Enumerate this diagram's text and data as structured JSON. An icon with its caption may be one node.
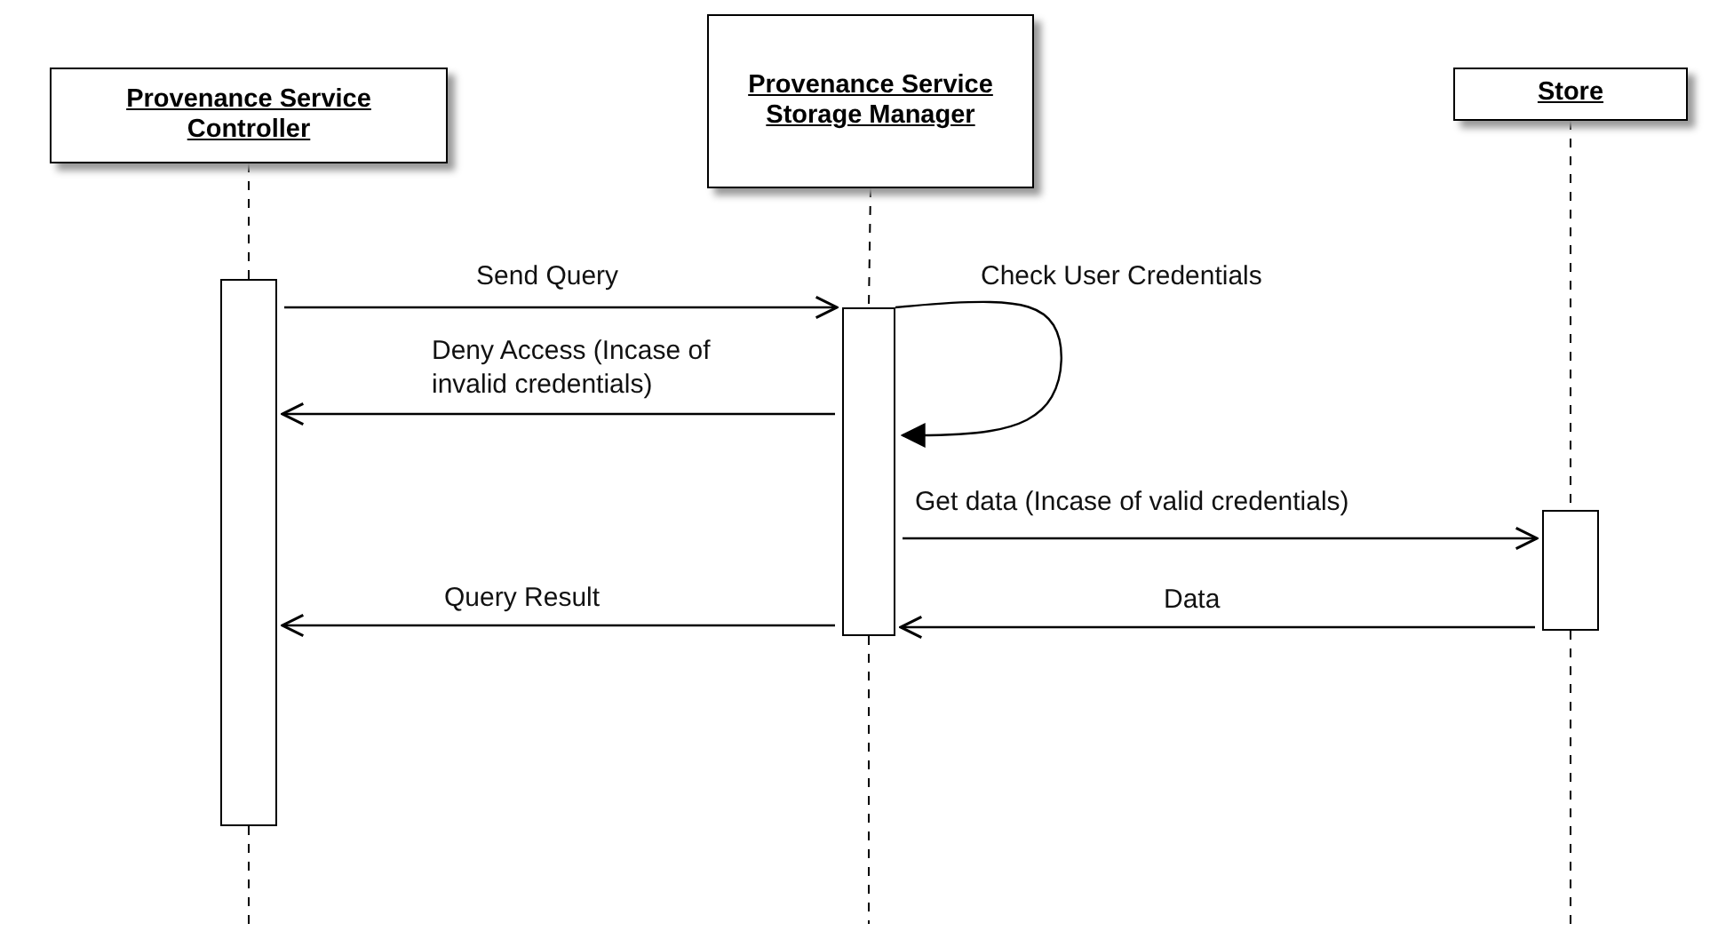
{
  "diagram": {
    "nodes": [
      {
        "text": [
          "Provenance Service Controller"
        ]
      },
      {
        "text": [
          "Provenance Service Storage Manager"
        ]
      },
      {
        "text": [
          "Store"
        ]
      },
      {
        "text": [],
        "shape": "bar"
      },
      {
        "text": [],
        "shape": "bar"
      },
      {
        "text": [],
        "shape": "bar"
      }
    ],
    "edges": [
      {
        "from": 0,
        "to": 3,
        "arrow": "none",
        "style": "dashed"
      },
      {
        "from": 1,
        "to": 4,
        "arrow": "none",
        "style": "dashed"
      },
      {
        "from": 2,
        "to": 5,
        "arrow": "none",
        "style": "dashed"
      },
      {
        "from": 3,
        "to": null,
        "arrow": "none",
        "style": "dashed"
      },
      {
        "from": 4,
        "to": null,
        "arrow": "none",
        "style": "dashed"
      },
      {
        "from": 5,
        "to": null,
        "arrow": "none",
        "style": "dashed"
      },
      {
        "from": 3,
        "to": 4,
        "arrow": "to",
        "label": "Send Query"
      },
      {
        "from": 4,
        "to": 4,
        "arrow": "to",
        "label": "Check User Credentials"
      },
      {
        "from": 4,
        "to": 3,
        "arrow": "to",
        "label": "Deny Access (Incase of invalid credentials)"
      },
      {
        "from": 4,
        "to": 5,
        "arrow": "to",
        "label": "Get data (Incase of valid credentials)"
      },
      {
        "from": 5,
        "to": 4,
        "arrow": "to",
        "label": "Data"
      },
      {
        "from": 4,
        "to": 3,
        "arrow": "to",
        "label": "Query Result"
      }
    ]
  }
}
